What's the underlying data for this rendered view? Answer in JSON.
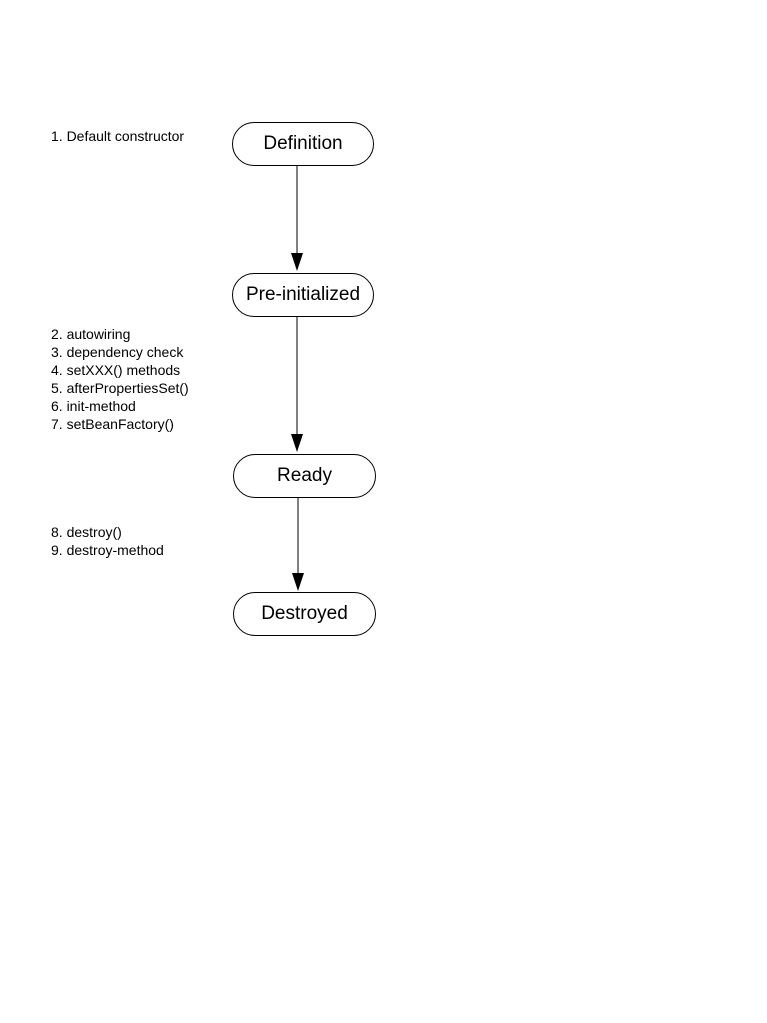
{
  "states": {
    "definition": "Definition",
    "pre_initialized": "Pre-initialized",
    "ready": "Ready",
    "destroyed": "Destroyed"
  },
  "notes": {
    "definition_to_preinit": [
      "1. Default constructor"
    ],
    "preinit_to_ready": [
      "2. autowiring",
      "3. dependency check",
      "4. setXXX() methods",
      "5. afterPropertiesSet()",
      "6. init-method",
      "7. setBeanFactory()"
    ],
    "ready_to_destroyed": [
      "8. destroy()",
      "9. destroy-method"
    ]
  },
  "colors": {
    "line": "#000000",
    "background": "#ffffff"
  }
}
